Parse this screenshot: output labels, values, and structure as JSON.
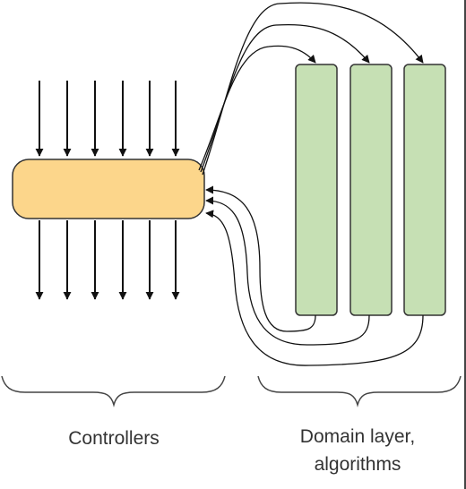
{
  "labels": {
    "controllers": "Controllers",
    "domain_line1": "Domain layer,",
    "domain_line2": "algorithms"
  },
  "colors": {
    "controller_fill": "#fcd68b",
    "controller_stroke": "#333333",
    "domain_fill": "#c6e0b4",
    "domain_stroke": "#333333",
    "line": "#111111",
    "brace": "#444444"
  },
  "counts": {
    "incoming_arrows": 6,
    "outgoing_arrows": 6,
    "domain_blocks": 3
  }
}
